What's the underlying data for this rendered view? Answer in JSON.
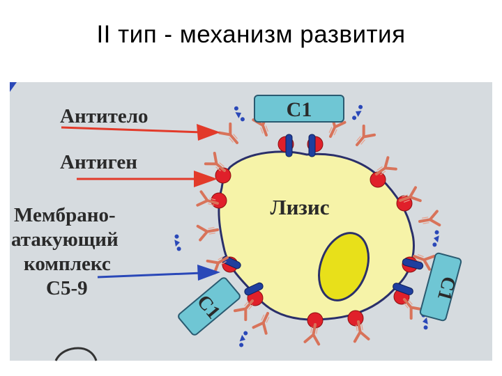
{
  "title": "II тип - механизм развития",
  "labels": {
    "antibody": "Антитело",
    "antigen": "Антиген",
    "mac_line1": "Мембрано-",
    "mac_line2": "атакующий",
    "mac_line3": "комплекс",
    "mac_line4": "С5-9",
    "lysis": "Лизис",
    "c1_top": "С1",
    "c1_left": "С1",
    "c1_right": "С1"
  },
  "colors": {
    "panel_bg": "#d6dbdf",
    "cell_fill": "#f6f3a8",
    "nucleus_fill": "#e8e01a",
    "antibody": "#d8735a",
    "antigen": "#e0202a",
    "membrane_attack": "#1f3f9e",
    "c1_box": "#6fc6d4",
    "arrow_red": "#e23a2a",
    "arrow_blue": "#2a48b8"
  }
}
